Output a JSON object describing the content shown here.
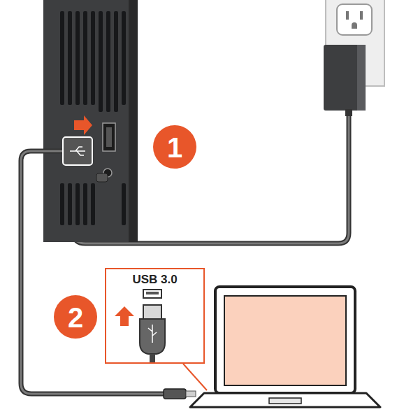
{
  "diagram": {
    "nodes": [
      {
        "text": [
          "USB 3.0"
        ]
      }
    ],
    "labels": [
      "1",
      "2"
    ]
  }
}
